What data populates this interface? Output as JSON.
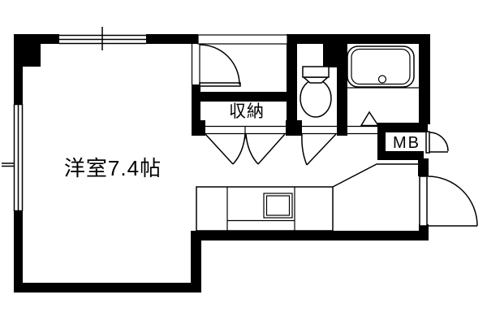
{
  "floorplan": {
    "labels": {
      "room": "洋室7.4帖",
      "closet": "収納",
      "meter_box": "MB"
    },
    "colors": {
      "wall": "#000000",
      "background": "#ffffff",
      "line": "#000000"
    },
    "icons": [
      "bathtub-icon",
      "toilet-icon",
      "kitchen-counter",
      "stove-icon",
      "entrance-door-arc",
      "meter-box-door-arc",
      "room-door-arc",
      "folding-closet-doors",
      "toilet-door",
      "washroom-door-triangle",
      "window-top",
      "window-left"
    ]
  }
}
